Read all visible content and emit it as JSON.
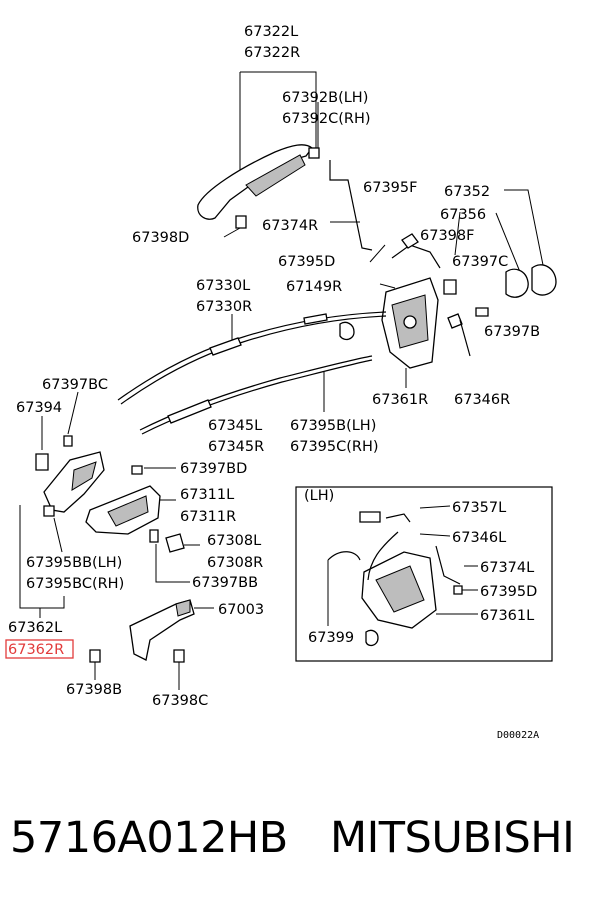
{
  "diagram": {
    "labels": {
      "l67322L": "67322L",
      "l67322R": "67322R",
      "l67392B": "67392B(LH)",
      "l67392C": "67392C(RH)",
      "l67395F": "67395F",
      "l67352": "67352",
      "l67356": "67356",
      "l67398F": "67398F",
      "l67374R": "67374R",
      "l67398D": "67398D",
      "l67395D": "67395D",
      "l67397C": "67397C",
      "l67149R": "67149R",
      "l67330L": "67330L",
      "l67330R": "67330R",
      "l67397B": "67397B",
      "l67361R": "67361R",
      "l67346R": "67346R",
      "l67397BC": "67397BC",
      "l67394": "67394",
      "l67345L": "67345L",
      "l67345R": "67345R",
      "l67395B": "67395B(LH)",
      "l67395C": "67395C(RH)",
      "l67397BD": "67397BD",
      "l67311L": "67311L",
      "l67311R": "67311R",
      "l67308L": "67308L",
      "l67308R": "67308R",
      "l67395BB": "67395BB(LH)",
      "l67395BC": "67395BC(RH)",
      "l67397BB": "67397BB",
      "l67003": "67003",
      "l67362L": "67362L",
      "l67362R": "67362R",
      "l67398B": "67398B",
      "l67398C": "67398C",
      "inset_title": "(LH)",
      "l67357L": "67357L",
      "l67346L": "67346L",
      "l67374L": "67374L",
      "l67395D_inset": "67395D",
      "l67361L": "67361L",
      "l67399": "67399",
      "code": "D00022A"
    },
    "highlight_color": "#e23b3b"
  },
  "footer": {
    "part_number": "5716A012HB",
    "brand": "MITSUBISHI"
  }
}
